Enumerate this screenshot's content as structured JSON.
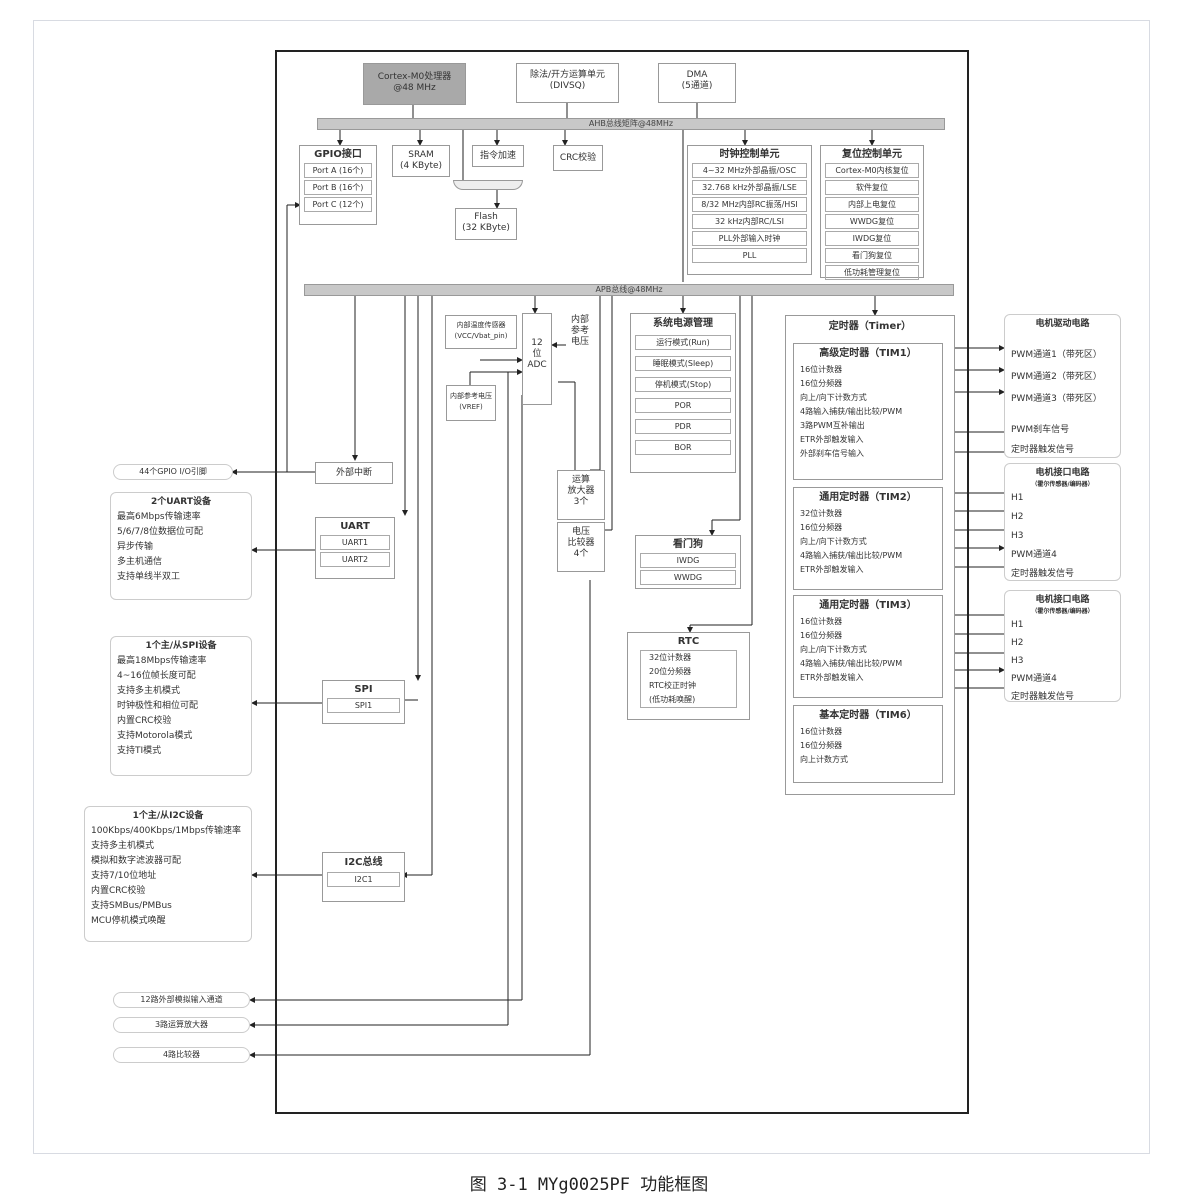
{
  "caption": "图 3-1 MYg0025PF 功能框图",
  "cpu": {
    "line1": "Cortex-M0处理器",
    "line2": "@48 MHz"
  },
  "divsqrt": {
    "line1": "除法/开方运算单元",
    "line2": "(DIVSQ)"
  },
  "dma": {
    "line1": "DMA",
    "line2": "(5通道)"
  },
  "ahb_bus": "AHB总线矩阵@48MHz",
  "apb_bus": "APB总线@48MHz",
  "gpio": {
    "title": "GPIO接口",
    "items": [
      "Port A (16个)",
      "Port B (16个)",
      "Port C (12个)"
    ]
  },
  "sram": {
    "line1": "SRAM",
    "line2": "(4 KByte)"
  },
  "icache": "指令加速",
  "crc": "CRC校验",
  "flash": {
    "line1": "Flash",
    "line2": "(32 KByte)"
  },
  "clock": {
    "title": "时钟控制单元",
    "items": [
      "4~32 MHz外部晶振/OSC",
      "32.768 kHz外部晶振/LSE",
      "8/32 MHz内部RC振荡/HSI",
      "32 kHz内部RC/LSI",
      "PLL外部输入时钟",
      "PLL"
    ]
  },
  "reset": {
    "title": "复位控制单元",
    "items": [
      "Cortex-M0内核复位",
      "软件复位",
      "内部上电复位",
      "WWDG复位",
      "IWDG复位",
      "看门狗复位",
      "低功耗管理复位"
    ]
  },
  "tempsensor": {
    "line1": "内部温度传感器",
    "line2": "(VCC/Vbat_pin)"
  },
  "vref": {
    "line1": "内部参考电压",
    "line2": "(VREF)"
  },
  "adc": {
    "line1": "12",
    "line2": "位",
    "line3": "ADC"
  },
  "intref": {
    "line1": "内部",
    "line2": "参考",
    "line3": "电压"
  },
  "power": {
    "title": "系统电源管理",
    "items": [
      "运行模式(Run)",
      "睡眠模式(Sleep)",
      "停机模式(Stop)",
      "POR",
      "PDR",
      "BOR"
    ]
  },
  "timer": {
    "title": "定时器（Timer）",
    "tim1": {
      "title": "高级定时器（TIM1）",
      "items": [
        "16位计数器",
        "16位分频器",
        "向上/向下计数方式",
        "4路输入捕获/输出比较/PWM",
        "3路PWM互补输出",
        "ETR外部触发输入",
        "外部刹车信号输入"
      ]
    },
    "tim2": {
      "title": "通用定时器（TIM2）",
      "items": [
        "32位计数器",
        "16位分频器",
        "向上/向下计数方式",
        "4路输入捕获/输出比较/PWM",
        "ETR外部触发输入"
      ]
    },
    "tim3": {
      "title": "通用定时器（TIM3）",
      "items": [
        "16位计数器",
        "16位分频器",
        "向上/向下计数方式",
        "4路输入捕获/输出比较/PWM",
        "ETR外部触发输入"
      ]
    },
    "tim6": {
      "title": "基本定时器（TIM6）",
      "items": [
        "16位计数器",
        "16位分频器",
        "向上计数方式"
      ]
    }
  },
  "exti": "外部中断",
  "uart": {
    "title": "UART",
    "items": [
      "UART1",
      "UART2"
    ]
  },
  "opamp": {
    "line1": "运算",
    "line2": "放大器",
    "line3": "3个"
  },
  "comp": {
    "line1": "电压",
    "line2": "比较器",
    "line3": "4个"
  },
  "wdg": {
    "title": "看门狗",
    "items": [
      "IWDG",
      "WWDG"
    ]
  },
  "rtc": {
    "title": "RTC",
    "items": [
      "32位计数器",
      "20位分频器",
      "RTC校正时钟",
      "(低功耗唤醒)"
    ]
  },
  "spi": {
    "title": "SPI",
    "items": [
      "SPI1"
    ]
  },
  "i2c": {
    "title": "I2C总线",
    "items": [
      "I2C1"
    ]
  },
  "ext_gpio": "44个GPIO I/O引脚",
  "ext_uart": {
    "title": "2个UART设备",
    "items": [
      "最高6Mbps传输速率",
      "5/6/7/8位数据位可配",
      "异步传输",
      "多主机通信",
      "支持单线半双工"
    ]
  },
  "ext_spi": {
    "title": "1个主/从SPI设备",
    "items": [
      "最高18Mbps传输速率",
      "4~16位帧长度可配",
      "支持多主机模式",
      "时钟极性和相位可配",
      "内置CRC校验",
      "支持Motorola模式",
      "支持TI模式"
    ]
  },
  "ext_i2c": {
    "title": "1个主/从I2C设备",
    "items": [
      "100Kbps/400Kbps/1Mbps传输速率",
      "支持多主机模式",
      "模拟和数字滤波器可配",
      "支持7/10位地址",
      "内置CRC校验",
      "支持SMBus/PMBus",
      "MCU停机模式唤醒"
    ]
  },
  "ext_adc": "12路外部模拟输入通道",
  "ext_opamp": "3路运算放大器",
  "ext_comp": "4路比较器",
  "ext_motor": {
    "title": "电机驱动电路",
    "items": [
      "PWM通道1（带死区）",
      "PWM通道2（带死区）",
      "PWM通道3（带死区）",
      "PWM刹车信号",
      "定时器触发信号"
    ]
  },
  "ext_hall1": {
    "title": "电机接口电路",
    "sub": "（霍尔传感器/编码器）",
    "items": [
      "H1",
      "H2",
      "H3",
      "PWM通道4",
      "定时器触发信号"
    ]
  },
  "ext_hall2": {
    "title": "电机接口电路",
    "sub": "（霍尔传感器/编码器）",
    "items": [
      "H1",
      "H2",
      "H3",
      "PWM通道4",
      "定时器触发信号"
    ]
  }
}
